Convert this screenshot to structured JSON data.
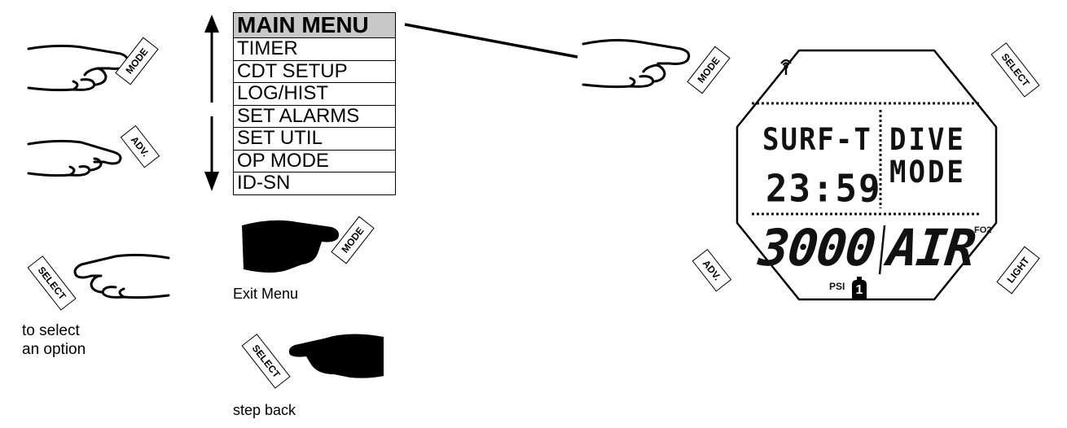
{
  "menu": {
    "title": "MAIN MENU",
    "items": [
      "TIMER",
      "CDT SETUP",
      "LOG/HIST",
      "SET ALARMS",
      "SET UTIL",
      "OP MODE",
      "ID-SN"
    ]
  },
  "buttons": {
    "mode": "MODE",
    "adv": "ADV.",
    "select": "SELECT",
    "light": "LIGHT"
  },
  "captions": {
    "exit_menu": "Exit Menu",
    "step_back": "step back",
    "to_select_line1": "to select",
    "to_select_line2": "an option"
  },
  "display": {
    "top_left_line1": "SURF-T",
    "top_left_line2": "23:59",
    "top_right_line1": "DIVE",
    "top_right_line2": "MODE",
    "pressure": "3000",
    "gas": "AIR",
    "fo2_label": "FO2",
    "psi_label": "PSI",
    "tank_number": "1",
    "icons": [
      "transmitter-icon",
      "tank-icon"
    ]
  }
}
